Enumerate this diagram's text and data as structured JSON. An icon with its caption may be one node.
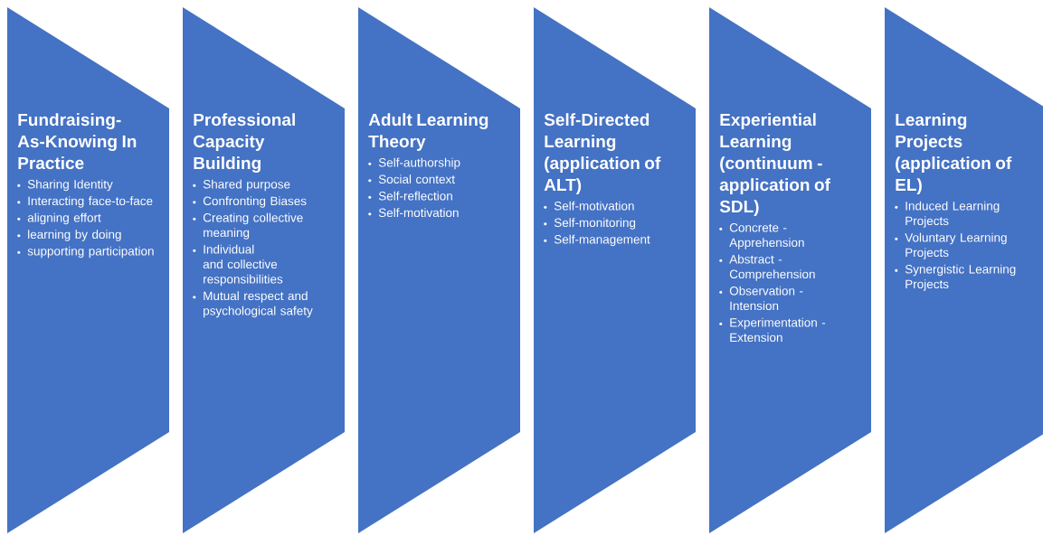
{
  "diagram": {
    "nodes": [
      {
        "text": [
          "Fundraising-As-Knowing In Practice",
          "Sharing Identity",
          "Interacting face-to-face",
          "aligning effort",
          "learning by doing",
          "supporting participation"
        ]
      },
      {
        "text": [
          "Professional Capacity Building",
          "Shared purpose",
          "Confronting Biases",
          "Creating collective meaning",
          "Individual and collective responsibilities",
          "Mutual respect and psychological safety"
        ]
      },
      {
        "text": [
          "Adult Learning Theory",
          "Self-authorship",
          "Social context",
          "Self-reflection",
          "Self-motivation"
        ]
      },
      {
        "text": [
          "Self-Directed Learning (application of ALT)",
          "Self-motivation",
          "Self-monitoring",
          "Self-management"
        ]
      },
      {
        "text": [
          "Experiential Learning (continuum - application of SDL)",
          "Concrete - Apprehension",
          "Abstract - Comprehension",
          "Observation - Intension",
          "Experimentation - Extension"
        ]
      },
      {
        "text": [
          "Learning Projects (application of EL)",
          "Induced Learning Projects",
          "Voluntary Learning Projects",
          "Synergistic Learning Projects"
        ]
      }
    ]
  }
}
